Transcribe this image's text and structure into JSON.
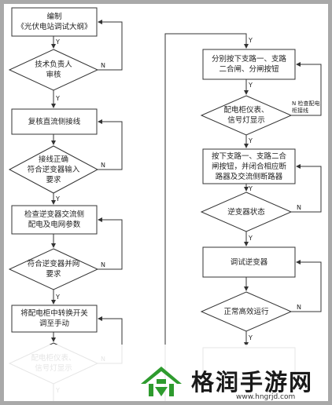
{
  "nodes": {
    "n1": "编制\n《光伏电站调试大纲》",
    "n2": "技术负责人\n审核",
    "n3": "复核直流侧接线",
    "n4": "接线正确\n符合逆变器输入\n要求",
    "n5": "检查逆变器交流侧\n配电及电网参数",
    "n6": "符合逆变器并网\n要求",
    "n7": "将配电柜中转换开关\n调至手动",
    "n8": "配电柜仪表、\n信号灯显示",
    "r1": "分别按下支路一、支路\n二合闸、分闸按钮",
    "r2": "配电柜仪表、\n信号灯显示",
    "r3": "按下支路一、支路二合\n闸按钮，并闭合相应断\n路器及交流侧断路器",
    "r4": "逆变器状态",
    "r5": "调试逆变器",
    "r6": "正常高效运行"
  },
  "labels": {
    "yes": "Y",
    "no": "N",
    "r2_no_note": "N 检查配电\n柜接线"
  },
  "watermark": {
    "title": "格润手游网",
    "url": "www.hngrjd.com",
    "logo_color": "#2e9b2e"
  },
  "colors": {
    "box_border": "#333333",
    "line": "#333333"
  }
}
